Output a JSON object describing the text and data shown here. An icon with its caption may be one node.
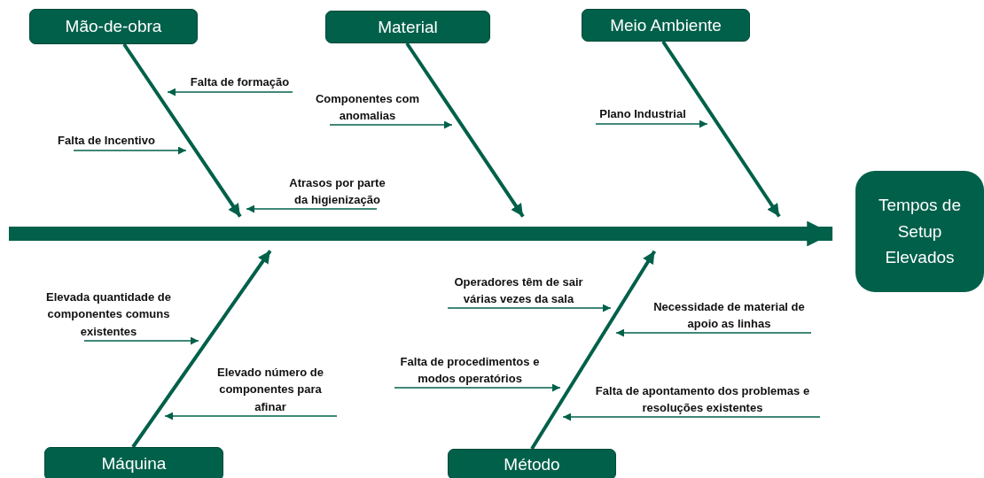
{
  "diagram": {
    "nodes": [
      {
        "text": [
          "Mão-de-obra"
        ]
      },
      {
        "text": [
          "Material"
        ]
      },
      {
        "text": [
          "Meio Ambiente"
        ]
      },
      {
        "text": [
          "Falta de formação"
        ]
      },
      {
        "text": [
          "Componentes com anomalias"
        ]
      },
      {
        "text": [
          "Plano Industrial"
        ]
      },
      {
        "text": [
          "Falta de Incentivo"
        ]
      },
      {
        "text": [
          "Atrasos por parte da higienização"
        ]
      },
      {
        "text": [
          "Tempos de Setup Elevados"
        ]
      },
      {
        "text": [
          "Elevada quantidade de componentes comuns existentes"
        ]
      },
      {
        "text": [
          "Operadores têm de sair várias vezes da sala"
        ]
      },
      {
        "text": [
          "Necessidade de material de apoio as linhas"
        ]
      },
      {
        "text": [
          "Elevado número de componentes para afinar"
        ]
      },
      {
        "text": [
          "Falta de procedimentos e modos operatórios"
        ]
      },
      {
        "text": [
          "Falta de apontamento dos problemas e resoluções existentes"
        ]
      },
      {
        "text": [
          "Máquina"
        ]
      },
      {
        "text": [
          "Método"
        ]
      }
    ],
    "edges": [
      {
        "from": null,
        "to": 8,
        "arrow": "to",
        "style": "thick"
      },
      {
        "from": 0,
        "to": null,
        "arrow": "to",
        "style": "thick"
      },
      {
        "from": 1,
        "to": null,
        "arrow": "to",
        "style": "thick"
      },
      {
        "from": 2,
        "to": null,
        "arrow": "to",
        "style": "thick"
      },
      {
        "from": 15,
        "to": null,
        "arrow": "to",
        "style": "thick"
      },
      {
        "from": 16,
        "to": null,
        "arrow": "to",
        "style": "thick"
      },
      {
        "from": 3,
        "to": null,
        "arrow": "to"
      },
      {
        "from": 4,
        "to": null,
        "arrow": "to"
      },
      {
        "from": 5,
        "to": null,
        "arrow": "to"
      },
      {
        "from": 6,
        "to": null,
        "arrow": "to"
      },
      {
        "from": 7,
        "to": null,
        "arrow": "to"
      },
      {
        "from": 9,
        "to": null,
        "arrow": "to"
      },
      {
        "from": 10,
        "to": null,
        "arrow": "to"
      },
      {
        "from": 11,
        "to": null,
        "arrow": "to"
      },
      {
        "from": 12,
        "to": null,
        "arrow": "to"
      },
      {
        "from": 13,
        "to": null,
        "arrow": "to"
      },
      {
        "from": 14,
        "to": null,
        "arrow": "to"
      }
    ]
  }
}
